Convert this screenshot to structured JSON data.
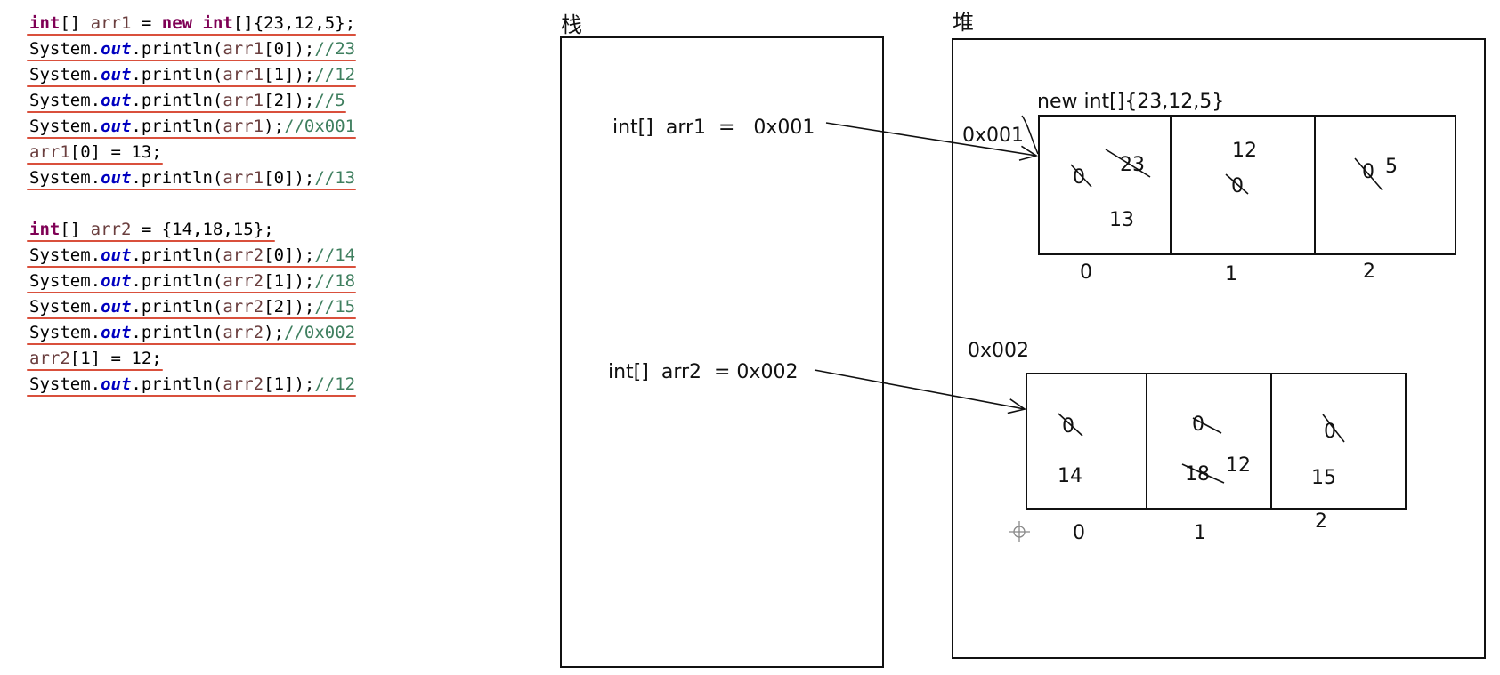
{
  "code": {
    "lines": [
      [
        [
          "kw",
          "int"
        ],
        [
          "p",
          "[] "
        ],
        [
          "v",
          "arr1"
        ],
        [
          "p",
          " = "
        ],
        [
          "kw",
          "new"
        ],
        [
          "p",
          " "
        ],
        [
          "kw",
          "int"
        ],
        [
          "p",
          "[]{23,12,5};"
        ]
      ],
      [
        [
          "p",
          "System."
        ],
        [
          "f",
          "out"
        ],
        [
          "p",
          ".println("
        ],
        [
          "v",
          "arr1"
        ],
        [
          "p",
          "[0]);"
        ],
        [
          "c",
          "//23"
        ]
      ],
      [
        [
          "p",
          "System."
        ],
        [
          "f",
          "out"
        ],
        [
          "p",
          ".println("
        ],
        [
          "v",
          "arr1"
        ],
        [
          "p",
          "[1]);"
        ],
        [
          "c",
          "//12"
        ]
      ],
      [
        [
          "p",
          "System."
        ],
        [
          "f",
          "out"
        ],
        [
          "p",
          ".println("
        ],
        [
          "v",
          "arr1"
        ],
        [
          "p",
          "[2]);"
        ],
        [
          "c",
          "//5"
        ]
      ],
      [
        [
          "p",
          "System."
        ],
        [
          "f",
          "out"
        ],
        [
          "p",
          ".println("
        ],
        [
          "v",
          "arr1"
        ],
        [
          "p",
          ");"
        ],
        [
          "c",
          "//0x001"
        ]
      ],
      [
        [
          "v",
          "arr1"
        ],
        [
          "p",
          "[0] = 13;"
        ]
      ],
      [
        [
          "p",
          "System."
        ],
        [
          "f",
          "out"
        ],
        [
          "p",
          ".println("
        ],
        [
          "v",
          "arr1"
        ],
        [
          "p",
          "[0]);"
        ],
        [
          "c",
          "//13"
        ]
      ],
      [],
      [
        [
          "kw",
          "int"
        ],
        [
          "p",
          "[] "
        ],
        [
          "v",
          "arr2"
        ],
        [
          "p",
          " = {14,18,15};"
        ]
      ],
      [
        [
          "p",
          "System."
        ],
        [
          "f",
          "out"
        ],
        [
          "p",
          ".println("
        ],
        [
          "v",
          "arr2"
        ],
        [
          "p",
          "[0]);"
        ],
        [
          "c",
          "//14"
        ]
      ],
      [
        [
          "p",
          "System."
        ],
        [
          "f",
          "out"
        ],
        [
          "p",
          ".println("
        ],
        [
          "v",
          "arr2"
        ],
        [
          "p",
          "[1]);"
        ],
        [
          "c",
          "//18"
        ]
      ],
      [
        [
          "p",
          "System."
        ],
        [
          "f",
          "out"
        ],
        [
          "p",
          ".println("
        ],
        [
          "v",
          "arr2"
        ],
        [
          "p",
          "[2]);"
        ],
        [
          "c",
          "//15"
        ]
      ],
      [
        [
          "p",
          "System."
        ],
        [
          "f",
          "out"
        ],
        [
          "p",
          ".println("
        ],
        [
          "v",
          "arr2"
        ],
        [
          "p",
          ");"
        ],
        [
          "c",
          "//0x002"
        ]
      ],
      [
        [
          "v",
          "arr2"
        ],
        [
          "p",
          "[1] = 12;"
        ]
      ],
      [
        [
          "p",
          "System."
        ],
        [
          "f",
          "out"
        ],
        [
          "p",
          ".println("
        ],
        [
          "v",
          "arr2"
        ],
        [
          "p",
          "[1]);"
        ],
        [
          "c",
          "//12"
        ]
      ]
    ]
  },
  "stack": {
    "title": "栈",
    "var1": "int[]  arr1  =   0x001",
    "var2": "int[]  arr2  = 0x002"
  },
  "heap": {
    "title": "堆",
    "array1": {
      "label": "new int[]{23,12,5}",
      "address": "0x001",
      "indices": [
        "0",
        "1",
        "2"
      ],
      "cells": [
        {
          "old": [
            "0",
            "23"
          ],
          "current": "13"
        },
        {
          "old": [
            "0"
          ],
          "current": "12"
        },
        {
          "old": [
            "0"
          ],
          "current": "5"
        }
      ]
    },
    "array2": {
      "address": "0x002",
      "indices": [
        "0",
        "1",
        "2"
      ],
      "cells": [
        {
          "old": [
            "0"
          ],
          "current": "14"
        },
        {
          "old": [
            "0",
            "18"
          ],
          "current": "12"
        },
        {
          "old": [
            "0"
          ],
          "current": "15"
        }
      ]
    }
  },
  "colors": {
    "keyword": "#7f0055",
    "variable": "#6a3e3e",
    "field": "#0000c0",
    "comment": "#3f7f5f",
    "underline": "#d9503c",
    "ink": "#111111"
  }
}
